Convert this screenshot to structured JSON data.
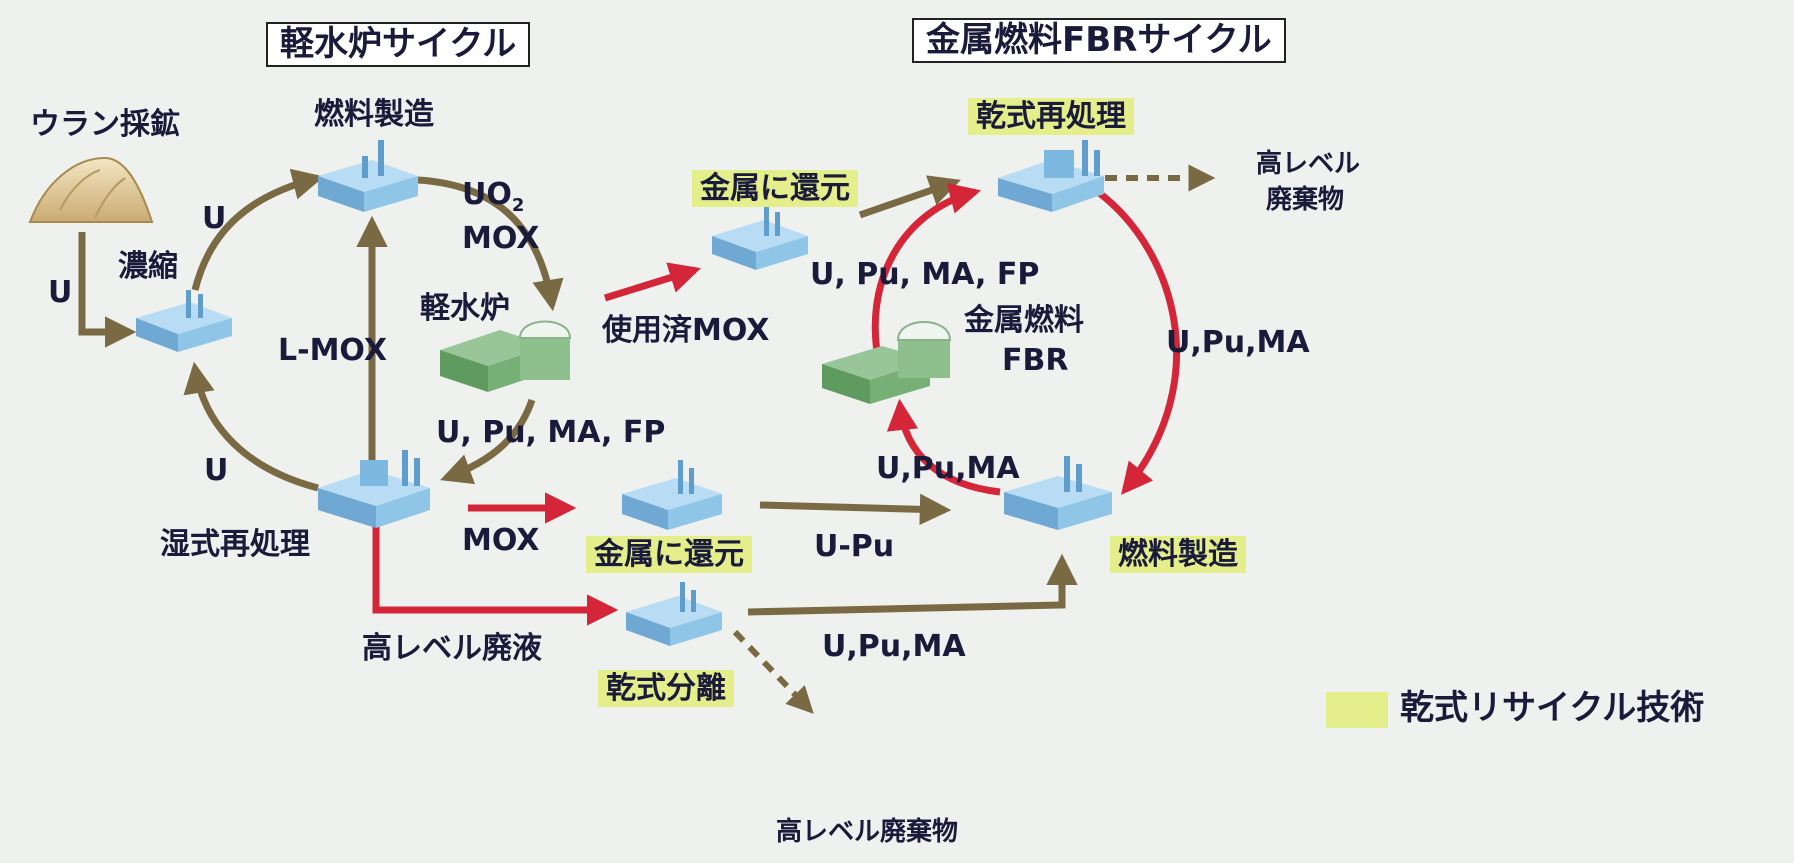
{
  "titles": {
    "lwr_cycle": "軽水炉サイクル",
    "fbr_cycle": "金属燃料FBRサイクル"
  },
  "nodes": {
    "uranium_mining": "ウラン採鉱",
    "enrichment": "濃縮",
    "fuel_fabrication_lwr": "燃料製造",
    "lwr": "軽水炉",
    "wet_reprocessing": "湿式再処理",
    "metal_reduction_top": "金属に還元",
    "dry_reprocessing": "乾式再処理",
    "hl_waste_top_line1": "高レベル",
    "hl_waste_top_line2": "廃棄物",
    "metal_fbr_line1": "金属燃料",
    "metal_fbr_line2": "FBR",
    "fuel_fabrication_fbr": "燃料製造",
    "metal_reduction_bottom": "金属に還元",
    "dry_separation": "乾式分離",
    "hl_liquid_waste": "高レベル廃液",
    "hl_waste_bottom": "高レベル廃棄物"
  },
  "flows": {
    "u_mining_to_enrich": "U",
    "u_enrich_to_fab": "U",
    "u_reproc_to_enrich": "U",
    "uo2": "UO",
    "uo2_sub": "2",
    "mox": "MOX",
    "lmox": "L-MOX",
    "upumafp_lwr": "U, Pu, MA, FP",
    "spent_mox": "使用済MOX",
    "mox_to_reduction": "MOX",
    "upu": "U-Pu",
    "upuma_bottom": "U,Pu,MA",
    "upumafp_fbr": "U, Pu, MA, FP",
    "upuma_right": "U,Pu,MA",
    "upuma_left": "U,Pu,MA"
  },
  "legend": {
    "label": "乾式リサイクル技術"
  },
  "colors": {
    "olive_arrow": "#7a6a44",
    "red_arrow": "#d42638",
    "highlight": "#e4ee8a",
    "plant_blue": "#8fc6e8",
    "reactor_green": "#6aa56a"
  }
}
